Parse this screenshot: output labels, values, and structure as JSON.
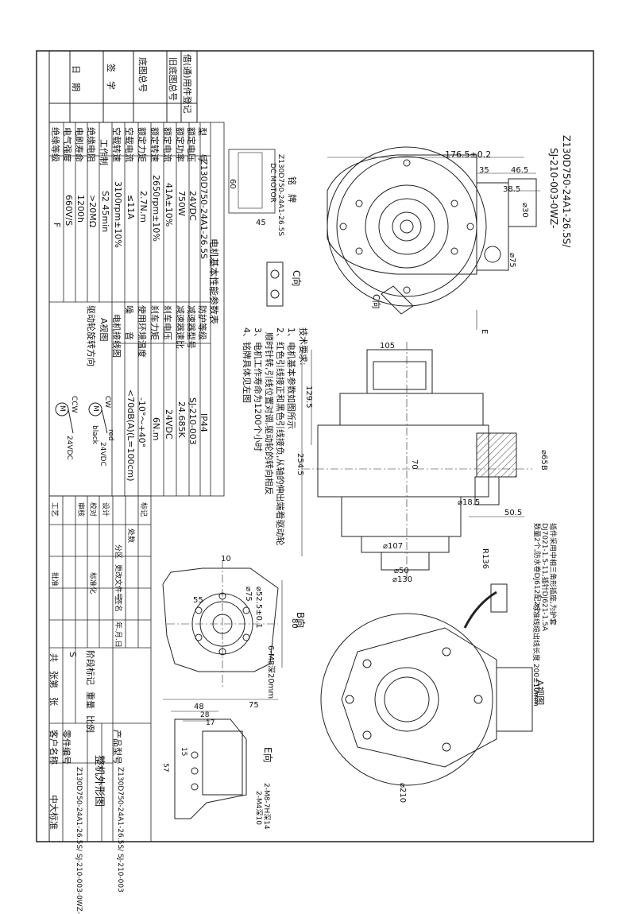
{
  "side_stamp": {
    "reg": "借(通)用件登记",
    "old_drawing_no": "旧底图总号",
    "base_drawing_no": "底图总号",
    "signature": "签　字",
    "date": "日　期"
  },
  "spec_table": {
    "title": "电机基本性能参数表",
    "rows": [
      {
        "label": "型　　号",
        "value": "Z130D750-24A1-26.5S",
        "label2": "防护等级",
        "value2": "IP44"
      },
      {
        "label": "额定电压",
        "value": "24VDC",
        "label2": "减速器型号",
        "value2": "SJ-210-003"
      },
      {
        "label": "额定功率",
        "value": "750W",
        "label2": "减速器速比",
        "value2": "24.685K"
      },
      {
        "label": "额定电流",
        "value": "41A±10%",
        "label2": "刹车电压",
        "value2": "24VDC"
      },
      {
        "label": "额定转速",
        "value": "2650rpm±10%",
        "label2": "刹车力矩",
        "value2": "6N.m"
      },
      {
        "label": "额定力矩",
        "value": "2.7N.m",
        "label2": "使用环境温度",
        "value2": "-10°～+40°"
      },
      {
        "label": "空载电流",
        "value": "≤11A",
        "label2": "噪　　音",
        "value2": "<70dB(A)(L=100cm)"
      },
      {
        "label": "空载转速",
        "value": "3100rpm±10%",
        "label2": "电机接线图",
        "value2": ""
      },
      {
        "label": "工作制",
        "value": "S2 45min",
        "label2": "A视图",
        "value2": ""
      },
      {
        "label": "绝缘电阻",
        "value": ">20MΩ",
        "label2": "驱动轮旋转方向",
        "value2": ""
      },
      {
        "label": "电刷寿命",
        "value": "1200h",
        "label2": "",
        "value2": ""
      },
      {
        "label": "电气强度",
        "value": "660V/S",
        "label2": "",
        "value2": ""
      },
      {
        "label": "绝缘等级",
        "value": "F",
        "label2": "",
        "value2": ""
      }
    ]
  },
  "wiring": {
    "cw": "CW",
    "ccw": "CCW",
    "red": "red",
    "black": "black",
    "voltage": "24VDC",
    "motor": "M"
  },
  "tech_req": {
    "heading": "技术要求:",
    "items": [
      "1、电机基本参数如图所示",
      "2、红色引线接正和黑色引线接负,从轴的伸出端看驱动轮",
      "顺时针转,引线位置对调,驱动轮的转向相反",
      "3、电机工作寿命为1200个小时",
      "4、铭牌具体见左图"
    ]
  },
  "nameplate": {
    "label": "铭　牌",
    "model": "Z130D750-24A1-26.5S",
    "brand": "DC MOTOR",
    "width": "45",
    "height": "60"
  },
  "views": {
    "c_view": "C向",
    "b_view": "B向",
    "e_view": "E向",
    "a_view": "A视图",
    "e_arrow": "E",
    "b_arrow": "B",
    "c_arrow": "C向"
  },
  "dimensions": {
    "d1765": "176.5±0.2",
    "d465": "46.5",
    "d35": "35",
    "d385": "38.5",
    "d30": "⌀30",
    "d75": "⌀75",
    "d105": "105",
    "d1295": "129.5",
    "d2545": "254.5",
    "d70": "70",
    "d65": "⌀65",
    "d185": "⌀18.5",
    "d505": "50.5",
    "d107": "⌀107",
    "d50": "⌀50",
    "d130": "⌀130",
    "r136": "R136",
    "d210": "⌀210",
    "d10": "10",
    "d55": "55",
    "d80": "80",
    "d75b": "75",
    "d525": "⌀52.5±0.1",
    "d275": "⌀75",
    "holes": "6-M8深20mm",
    "d48": "48",
    "d28": "28",
    "d17": "17",
    "d15": "15",
    "d57": "57",
    "e_holes1": "2-M8-7H深14",
    "e_holes2": "2-M4深10",
    "cable": "标准线缆出线长度 200±10mm",
    "note1": "插件采用中相三角形插座,为护套",
    "note2": "DJ7021-1.5-11,插针DJ621-1.5A",
    "note3": "数量2个,防水卷DJ612配2个"
  },
  "title_block": {
    "drawing_title": "整机外形图",
    "client_label": "客户名称",
    "client_value": "中大标准",
    "part_no_label": "零件编号",
    "part_no_value": "Z130D750-24A1-26.5S/ SJ-210-003-0WZ-",
    "product_model_label": "产品型号",
    "product_model_value": "Z130D750-24A1-26.5S/ SJ-210-003",
    "scale_label": "比例",
    "weight_label": "重量",
    "stage_label": "阶段标记",
    "sheet_label": "共　张第　张",
    "s_mark": "S",
    "design": "设计",
    "check": "校对",
    "review": "审核",
    "process": "工艺",
    "std": "标准化",
    "approve": "批准",
    "mark": "标记",
    "qty": "处数",
    "zone": "分区",
    "change_no": "更改文件号",
    "sign": "签名",
    "ymd": "年.月.日"
  },
  "corner_code": {
    "line1": "Z130D750-24A1-26.5S/",
    "line2": "SJ-210-003-0WZ-"
  }
}
